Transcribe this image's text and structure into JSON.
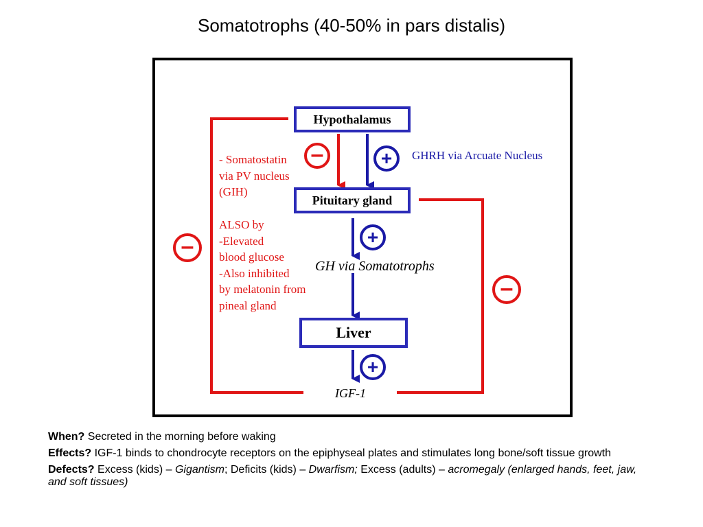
{
  "title": "Somatotrophs (40-50% in pars distalis)",
  "nodes": {
    "hypothalamus": "Hypothalamus",
    "pituitary": "Pituitary gland",
    "liver": "Liver"
  },
  "labels": {
    "somatostatin": [
      "- Somatostatin",
      "via PV nucleus",
      "(GIH)"
    ],
    "also_inhibited": [
      "ALSO by",
      "-Elevated",
      "blood glucose",
      "-Also inhibited",
      "by melatonin from",
      "pineal gland"
    ],
    "ghrh": "GHRH via Arcuate Nucleus",
    "gh": "GH via Somatotrophs",
    "igf": "IGF-1"
  },
  "symbols": {
    "minus": "–",
    "plus": "+"
  },
  "notes": {
    "when_label": "When?",
    "when_text": " Secreted in the morning before waking",
    "effects_label": "Effects?",
    "effects_text": " IGF-1 binds to chondrocyte receptors on the epiphyseal plates and stimulates long bone/soft tissue growth",
    "defects_label": "Defects?",
    "defects_t1": " Excess (kids) – ",
    "defects_i1": "Gigantism",
    "defects_t2": "; Deficits (kids) – ",
    "defects_i2": "Dwarfism;",
    "defects_t3": " Excess (adults) – ",
    "defects_i3": "acromegaly (enlarged hands, feet, jaw, and soft tissues)"
  },
  "colors": {
    "inhibit": "#e01515",
    "stimulate": "#1a1aa6",
    "node_border": "#2b2bb8"
  }
}
